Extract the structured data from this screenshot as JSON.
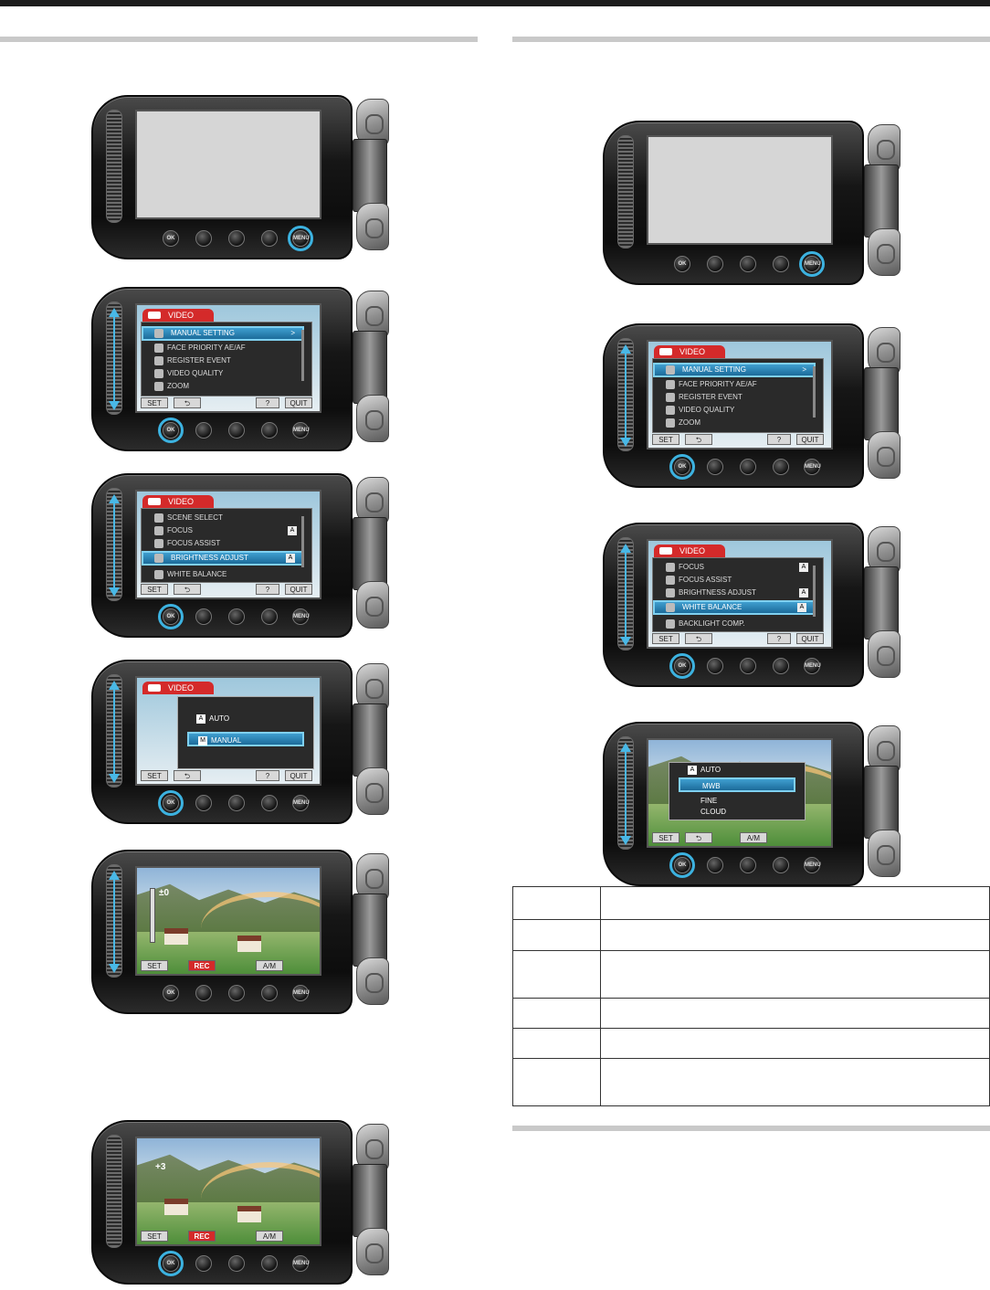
{
  "menu": {
    "tab": "VIDEO",
    "set": "SET",
    "help": "?",
    "quit": "QUIT",
    "rec": "REC",
    "items_a": [
      "MANUAL SETTING",
      "FACE PRIORITY AE/AF",
      "REGISTER EVENT",
      "VIDEO QUALITY",
      "ZOOM"
    ],
    "items_b": [
      "SCENE SELECT",
      "FOCUS",
      "FOCUS ASSIST",
      "BRIGHTNESS ADJUST",
      "WHITE BALANCE"
    ],
    "items_c": [
      "FOCUS",
      "FOCUS ASSIST",
      "BRIGHTNESS ADJUST",
      "WHITE BALANCE",
      "BACKLIGHT COMP."
    ],
    "bright_opts": [
      "AUTO",
      "MANUAL"
    ],
    "wb_opts": [
      "AUTO",
      "MWB",
      "FINE",
      "CLOUD"
    ],
    "arrow_right": ">",
    "bright_value": "±0",
    "bright_value_2": "+3",
    "button_ok": "OK",
    "button_menu": "MENU"
  },
  "icons": {
    "accent": "#3cb2e0",
    "tab_red": "#d42a2a"
  }
}
